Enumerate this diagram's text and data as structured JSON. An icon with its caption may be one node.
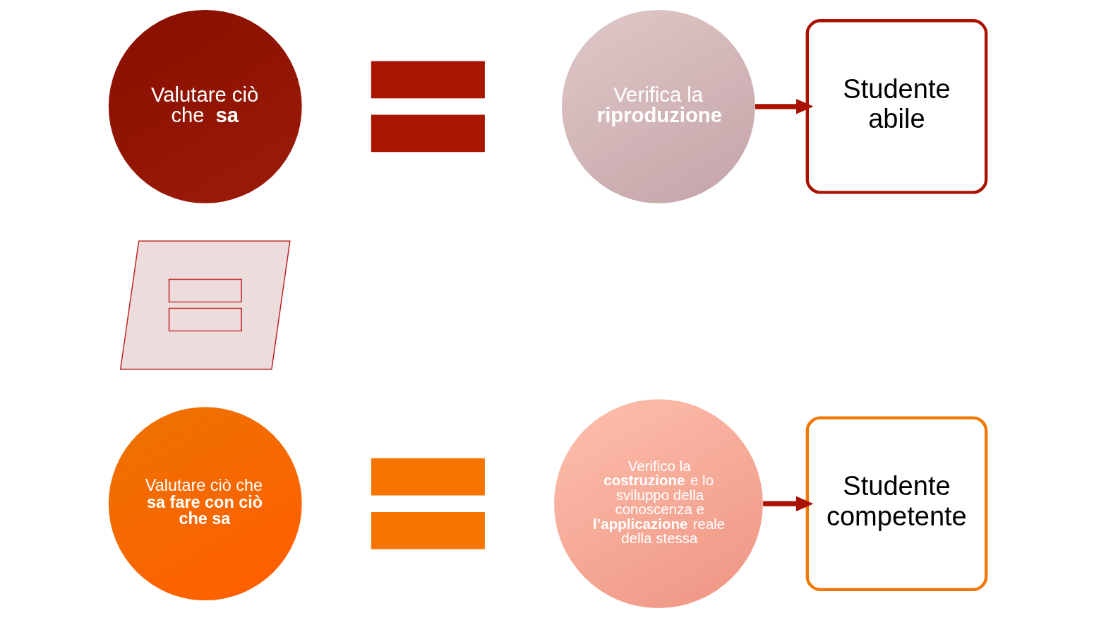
{
  "diagram": {
    "nodes": [
      {
        "text": [
          "Valutare ciò che **sa**"
        ]
      },
      {
        "text": [],
        "shape": "equals"
      },
      {
        "text": [
          "Verifica la **riproduzione**"
        ]
      },
      {
        "text": [
          "Studente abile"
        ]
      },
      {
        "text": [],
        "shape": "not-equal"
      },
      {
        "text": [
          "Valutare ciò che **sa fare con ciò che sa**"
        ]
      },
      {
        "text": [],
        "shape": "equals"
      },
      {
        "text": [
          "Verifico la **costruzione** e lo sviluppo della conoscenza e **l’applicazione** reale della stessa"
        ]
      },
      {
        "text": [
          "Studente competente"
        ]
      }
    ],
    "edges": [
      {
        "from": 2,
        "to": 3,
        "arrow": "to"
      },
      {
        "from": 7,
        "to": 8,
        "arrow": "to"
      }
    ]
  }
}
